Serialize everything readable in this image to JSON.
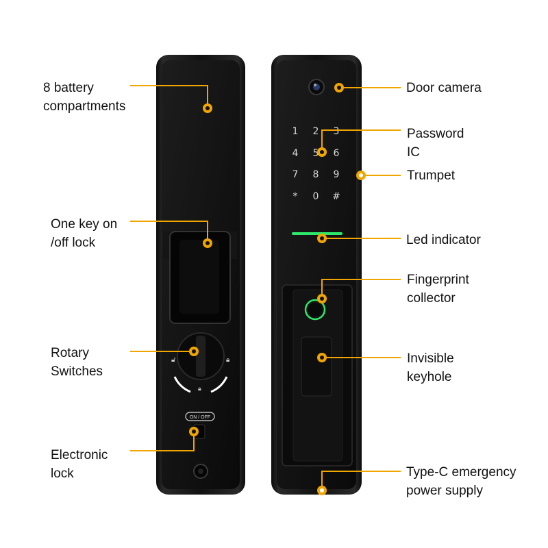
{
  "accent_color": "#f0a500",
  "led_color": "#2ee86a",
  "labels": {
    "battery": [
      "8 battery",
      "compartments"
    ],
    "onoff_lock": [
      "One key on",
      "/off lock"
    ],
    "rotary": [
      "Rotary",
      "Switches"
    ],
    "electronic": [
      "Electronic",
      "lock"
    ],
    "door_camera": [
      "Door camera"
    ],
    "password": [
      "Password",
      "IC"
    ],
    "trumpet": [
      "Trumpet"
    ],
    "led": [
      "Led indicator"
    ],
    "fingerprint": [
      "Fingerprint",
      "collector"
    ],
    "keyhole": [
      "Invisible",
      "keyhole"
    ],
    "typec": [
      "Type-C emergency",
      "power supply"
    ]
  },
  "keypad": {
    "keys": [
      "1",
      "2",
      "3",
      "4",
      "5",
      "6",
      "7",
      "8",
      "9",
      "*",
      "0",
      "#"
    ]
  },
  "switch_label": "ON / OFF"
}
